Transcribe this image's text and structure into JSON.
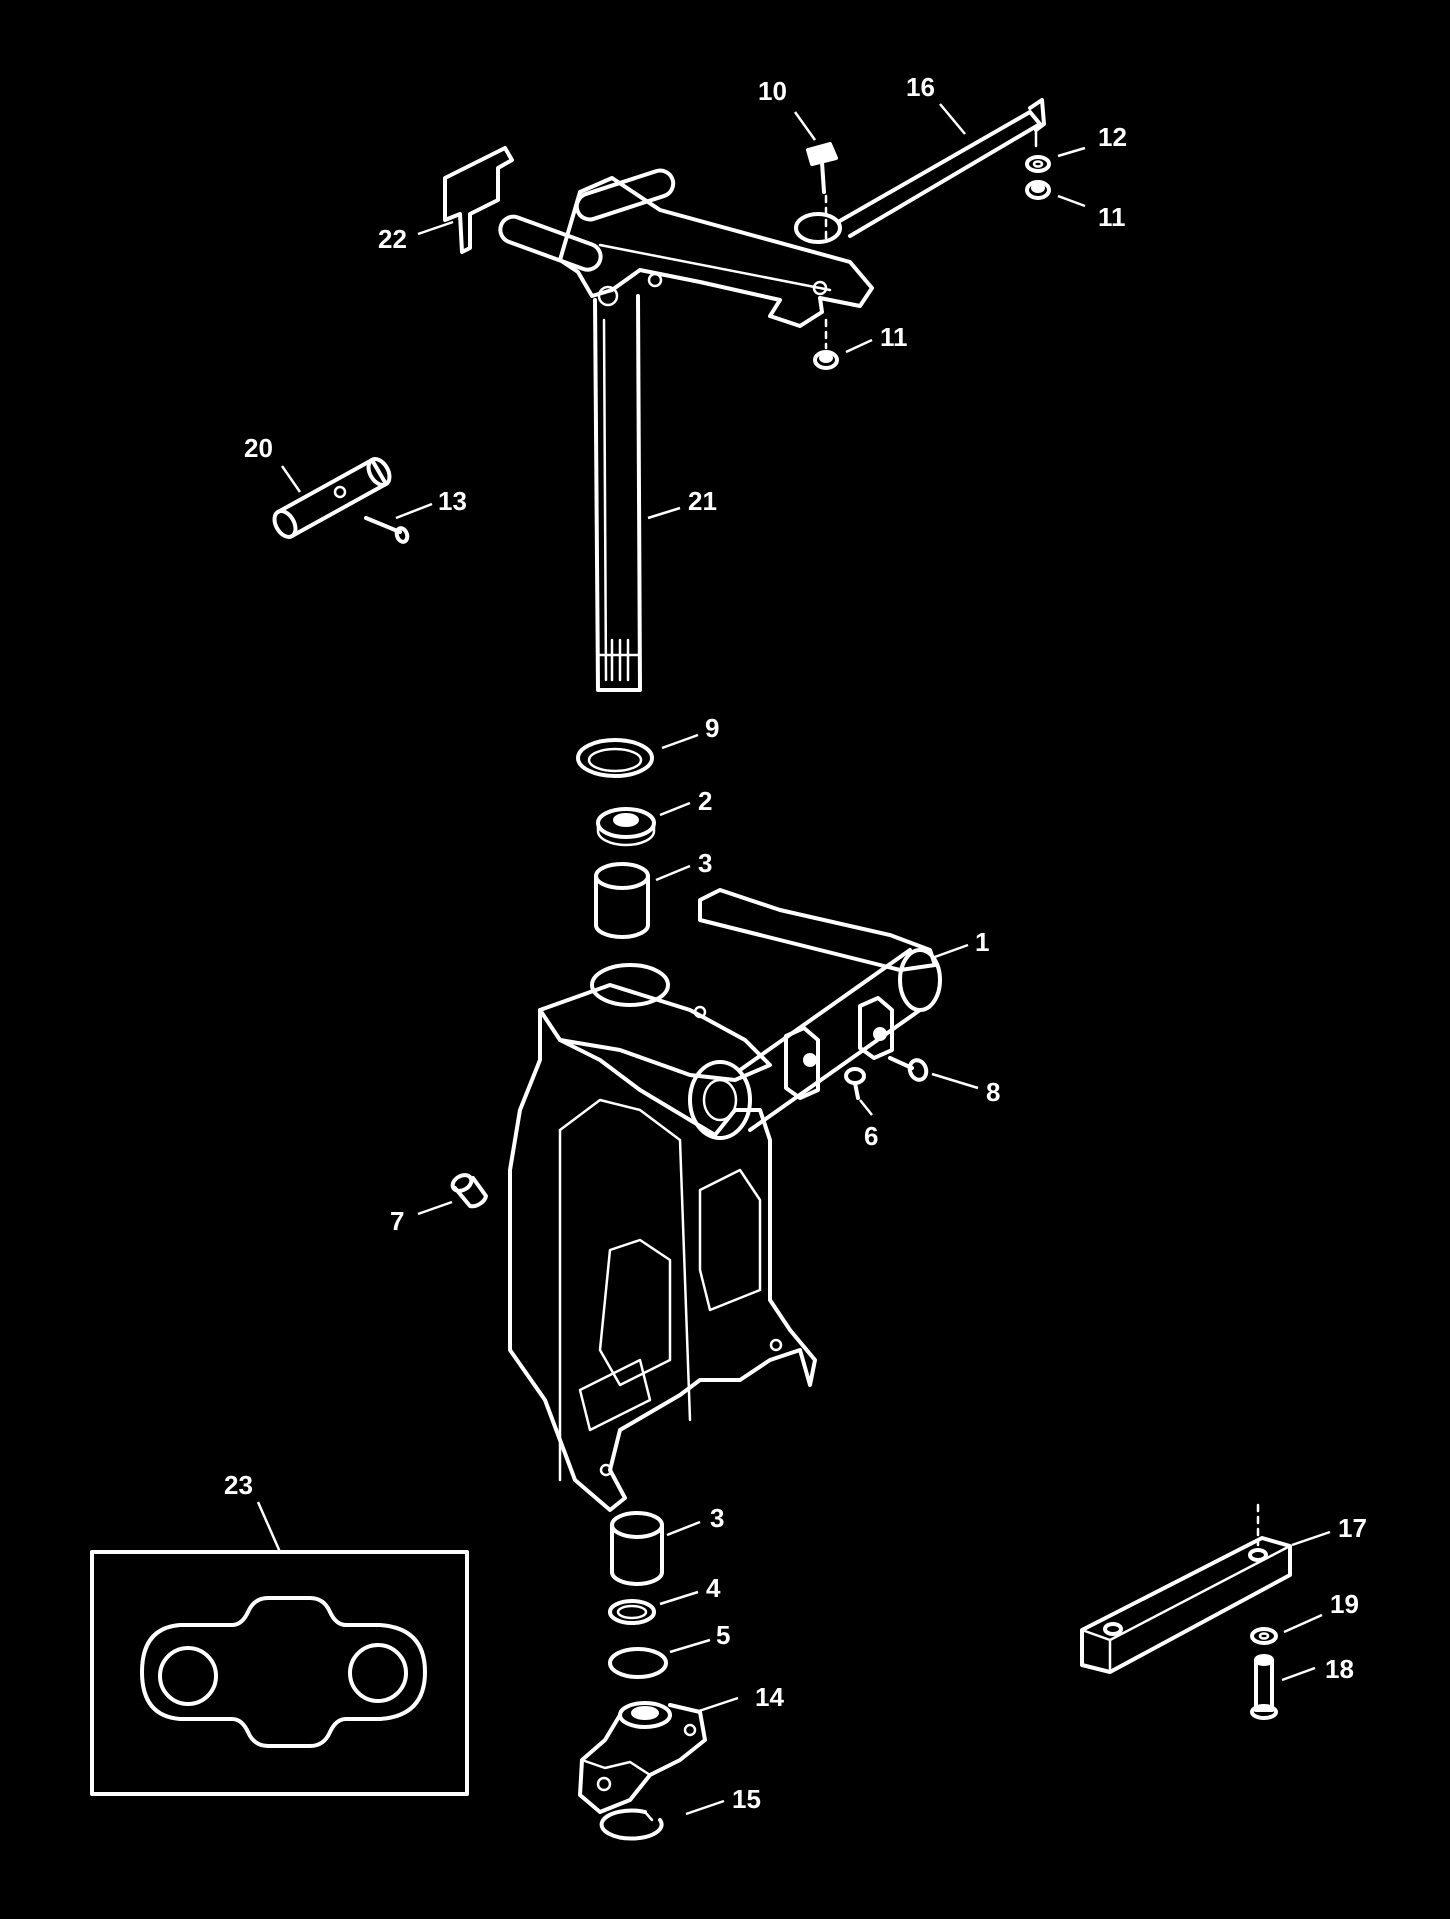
{
  "diagram": {
    "callouts": {
      "c1": "1",
      "c2": "2",
      "c3a": "3",
      "c3b": "3",
      "c4": "4",
      "c5": "5",
      "c6": "6",
      "c7": "7",
      "c8": "8",
      "c9": "9",
      "c10": "10",
      "c11a": "11",
      "c11b": "11",
      "c12": "12",
      "c13": "13",
      "c14": "14",
      "c15": "15",
      "c16": "16",
      "c17": "17",
      "c18": "18",
      "c19": "19",
      "c20": "20",
      "c21": "21",
      "c22": "22",
      "c23": "23"
    },
    "colors": {
      "background": "#000000",
      "line": "#ffffff"
    }
  }
}
